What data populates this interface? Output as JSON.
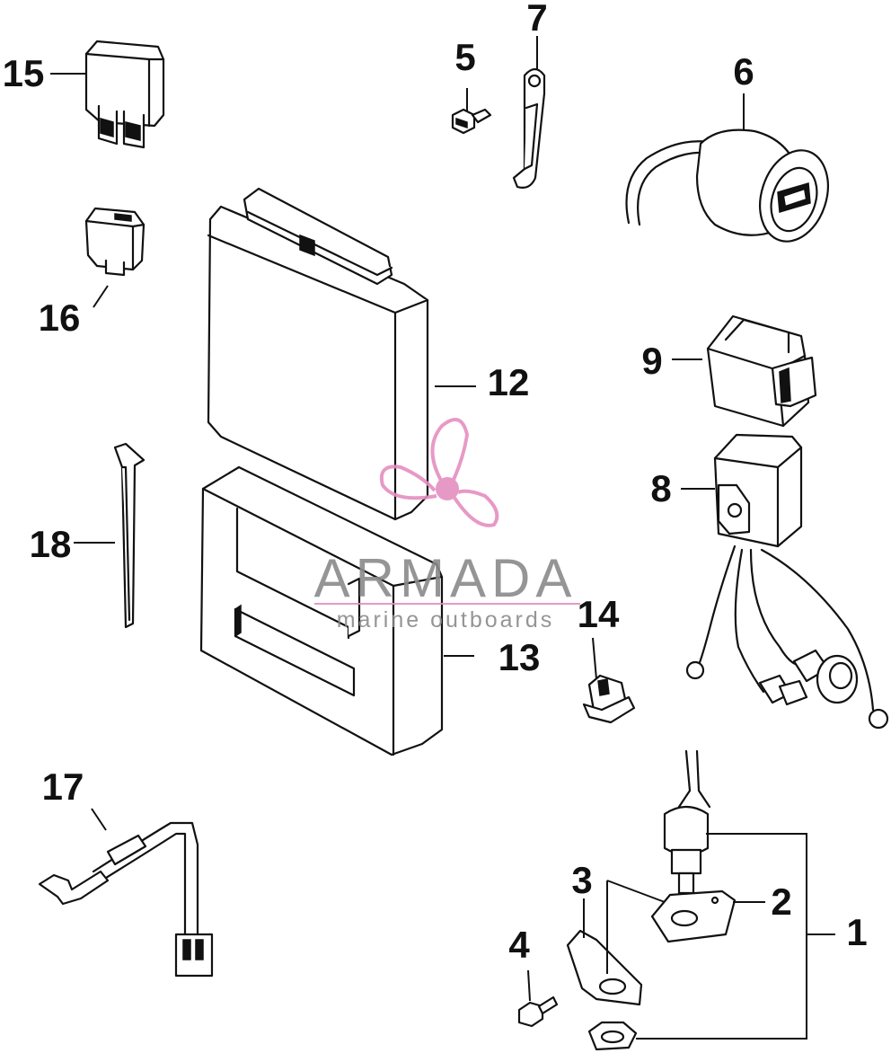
{
  "callouts": [
    {
      "id": "1"
    },
    {
      "id": "2"
    },
    {
      "id": "3"
    },
    {
      "id": "4"
    },
    {
      "id": "5"
    },
    {
      "id": "6"
    },
    {
      "id": "7"
    },
    {
      "id": "8"
    },
    {
      "id": "9"
    },
    {
      "id": "12"
    },
    {
      "id": "13"
    },
    {
      "id": "14"
    },
    {
      "id": "15"
    },
    {
      "id": "16"
    },
    {
      "id": "17"
    },
    {
      "id": "18"
    }
  ],
  "watermark": {
    "brand": "ARMADA",
    "tagline": "marine outboards",
    "logo_icon": "propeller-icon",
    "logo_color": "#e58fc0",
    "text_color": "#8a8a8a"
  }
}
